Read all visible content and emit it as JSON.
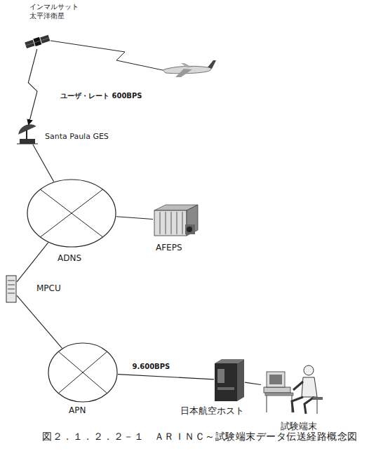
{
  "diagram": {
    "caption": "図２．１．２．２－１　ＡＲＩＮＣ～試験端末データ伝送経路概念図",
    "nodes": [
      {
        "text": [
          "インマルサット 太平洋衛星"
        ]
      },
      {
        "text": [
          "Santa Paula GES"
        ]
      },
      {
        "text": [
          "ADNS"
        ]
      },
      {
        "text": [
          "AFEPS"
        ]
      },
      {
        "text": [
          "MPCU"
        ]
      },
      {
        "text": [
          "APN"
        ]
      },
      {
        "text": [
          "日本航空ホスト"
        ]
      },
      {
        "text": [
          "試験端末"
        ]
      }
    ],
    "edges": [
      {
        "from": 0,
        "to": 1,
        "arrow": "to"
      },
      {
        "from": 1,
        "to": 2,
        "arrow": "none"
      },
      {
        "from": 2,
        "to": 3,
        "arrow": "none"
      },
      {
        "from": 2,
        "to": 4,
        "arrow": "none"
      },
      {
        "from": 4,
        "to": 5,
        "arrow": "none"
      },
      {
        "from": 5,
        "to": 6,
        "label": "9.600BPS",
        "arrow": "none"
      },
      {
        "from": 6,
        "to": 7,
        "arrow": "none"
      }
    ],
    "labels": [
      "ユーザ・レート 600BPS"
    ]
  }
}
